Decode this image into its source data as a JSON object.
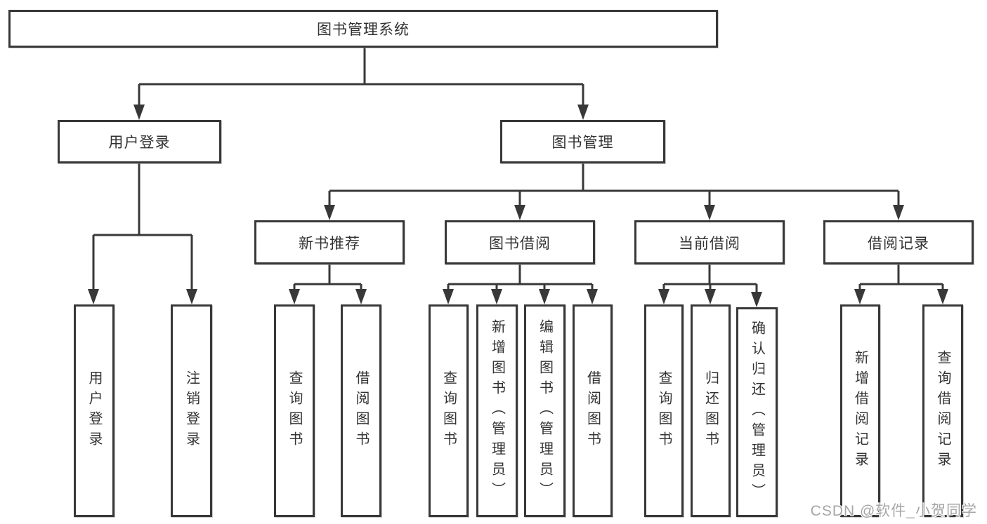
{
  "diagram": {
    "root": {
      "label": "图书管理系统"
    },
    "branches": [
      {
        "label": "用户登录",
        "children": [
          {
            "label": "用户登录"
          },
          {
            "label": "注销登录"
          }
        ]
      },
      {
        "label": "图书管理",
        "children": [
          {
            "label": "新书推荐",
            "children": [
              {
                "label": "查询图书"
              },
              {
                "label": "借阅图书"
              }
            ]
          },
          {
            "label": "图书借阅",
            "children": [
              {
                "label": "查询图书"
              },
              {
                "label": "新增图书（管理员）"
              },
              {
                "label": "编辑图书（管理员）"
              },
              {
                "label": "借阅图书"
              }
            ]
          },
          {
            "label": "当前借阅",
            "children": [
              {
                "label": "查询图书"
              },
              {
                "label": "归还图书"
              },
              {
                "label": "确认归还（管理员）"
              }
            ]
          },
          {
            "label": "借阅记录",
            "children": [
              {
                "label": "新增借阅记录"
              },
              {
                "label": "查询借阅记录"
              }
            ]
          }
        ]
      }
    ]
  },
  "watermark": {
    "text": "CSDN @软件_小贺同学"
  },
  "colors": {
    "line": "#383838",
    "border": "#383838",
    "text": "#333333",
    "background": "#ffffff",
    "watermark": "#a6a6a6"
  }
}
